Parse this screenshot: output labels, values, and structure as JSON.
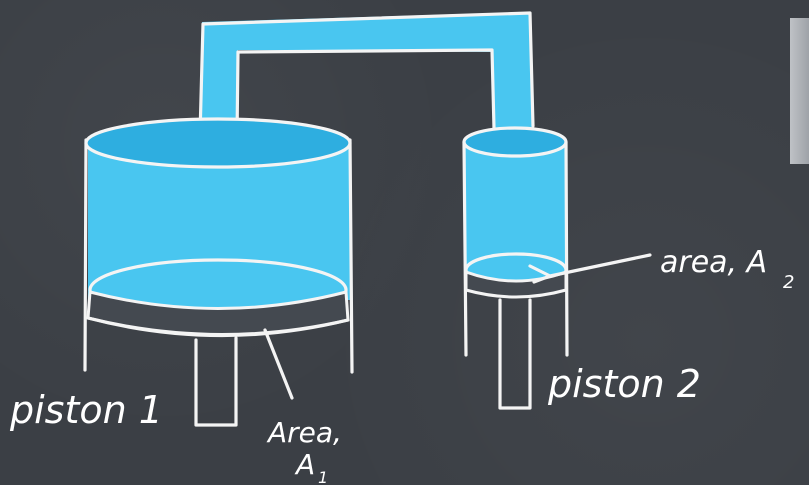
{
  "diagram": {
    "labels": {
      "piston1": "piston 1",
      "piston2": "piston 2",
      "area1_line1": "Area,",
      "area1_line2": "A",
      "area1_sub": "1",
      "area2_main": "area, A",
      "area2_sub": "2"
    },
    "colors": {
      "background": "#3b3f45",
      "fluid": "#49c6f0",
      "ink": "#f4f4f4"
    }
  }
}
